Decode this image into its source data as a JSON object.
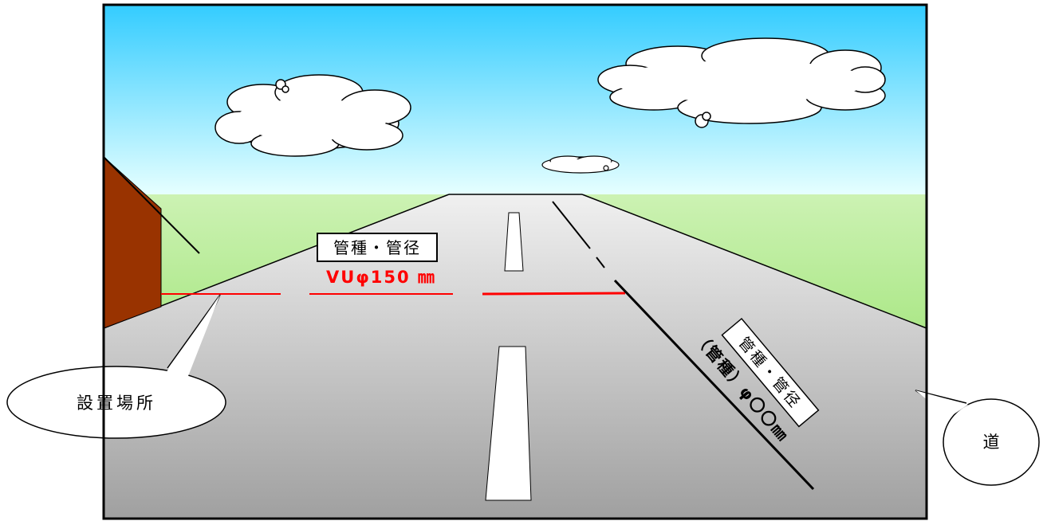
{
  "labels": {
    "pipe_type_box": "管種・管径",
    "pipe_spec": "VUφ150 ㎜",
    "location_callout": "設置場所",
    "road_callout": "道",
    "diagonal_box": "管種・管径",
    "diagonal_spec": "（管種）φ〇〇㎜"
  },
  "colors": {
    "sky_top": "#33ccff",
    "sky_bottom": "#e6ffff",
    "grass_top": "#ccf2b3",
    "grass_bottom": "#80d94d",
    "road_top": "#f0f0f0",
    "road_bottom": "#a0a0a0",
    "building": "#993300",
    "pipe_line": "#ff0000",
    "spec_text": "#ff0000"
  }
}
